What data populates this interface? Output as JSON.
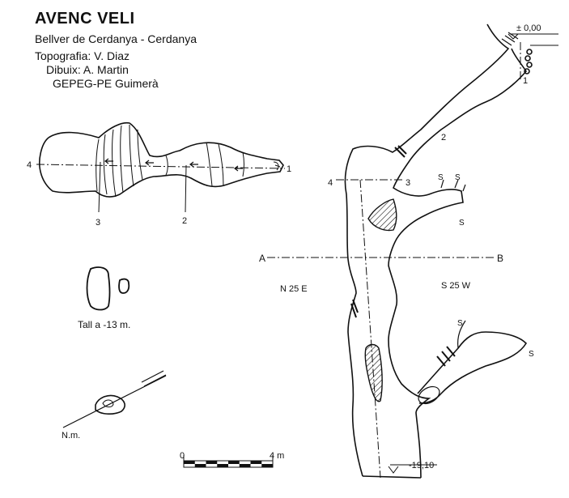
{
  "header": {
    "title": "AVENC VELI",
    "location": "Bellver de Cerdanya - Cerdanya",
    "topography": "Topografia: V. Diaz",
    "drawing": "Dibuix: A. Martin",
    "club": "GEPEG-PE Guimerà"
  },
  "plan_view": {
    "station_labels": [
      "4",
      "1",
      "3",
      "2"
    ]
  },
  "cross_section": {
    "caption": "Tall a -13 m."
  },
  "location_sketch": {
    "north_label": "N.m."
  },
  "profile_view": {
    "entrance_depth": "± 0,00",
    "bottom_depth": "-19,10",
    "section_line_start": "A",
    "section_line_end": "B",
    "bearing_left": "N 25 E",
    "bearing_right": "S 25 W",
    "station_labels": [
      "1",
      "2",
      "3",
      "4"
    ],
    "stone_marks": [
      "S",
      "S",
      "S",
      "S",
      "S"
    ]
  },
  "scale_bar": {
    "start_label": "0",
    "end_label": "4 m",
    "segments": 8
  },
  "colors": {
    "ink": "#111111",
    "background": "#ffffff"
  }
}
